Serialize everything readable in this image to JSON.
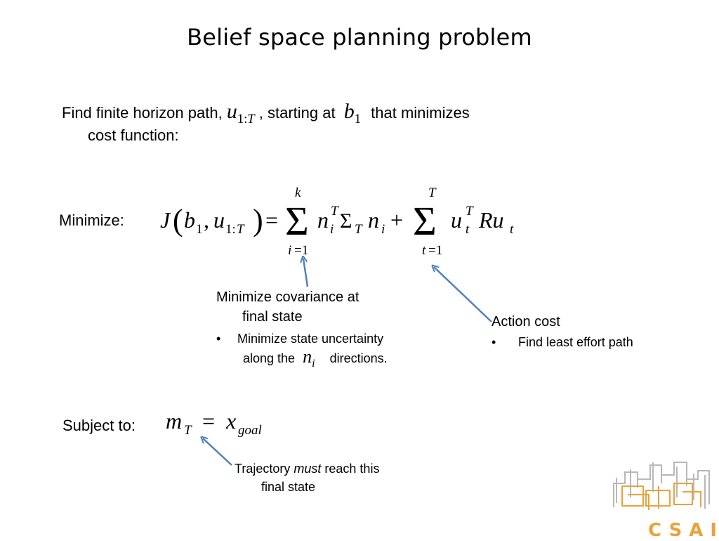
{
  "slide": {
    "title": "Belief space planning problem",
    "intro": {
      "line1_a": "Find finite horizon path,",
      "line1_b": ", starting at",
      "line1_c": "that minimizes",
      "line2": "cost function:"
    },
    "minimize_label": "Minimize:",
    "subject_label": "Subject to:",
    "covariance_note": {
      "heading_1": "Minimize covariance at",
      "heading_2": "final state",
      "bullet_a": "Minimize state uncertainty",
      "bullet_b1": "along the",
      "bullet_b2": "directions."
    },
    "action_note": {
      "heading": "Action cost",
      "bullet": "Find least effort path"
    },
    "trajectory_note": {
      "text_a": "Trajectory",
      "text_em": "must",
      "text_b": "reach this",
      "text_2": "final state"
    },
    "logo": {
      "text": "CSAIL",
      "color": "#e8a33a"
    },
    "colors": {
      "arrow": "#4f81bd"
    }
  }
}
